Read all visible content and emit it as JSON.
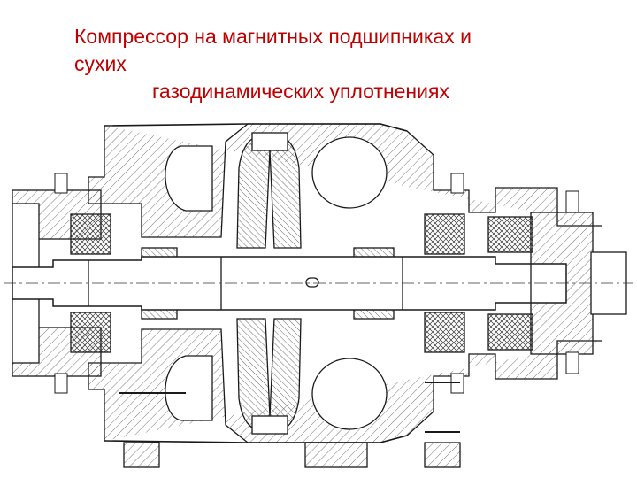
{
  "slide": {
    "title_line1": "Компрессор на магнитных подшипниках и",
    "title_line2": "сухих",
    "title_line3": "газодинамических уплотнениях"
  },
  "drawing": {
    "subject": "compressor-cross-section",
    "line_color": "#1a1a1a",
    "hatch_color": "#555555"
  }
}
